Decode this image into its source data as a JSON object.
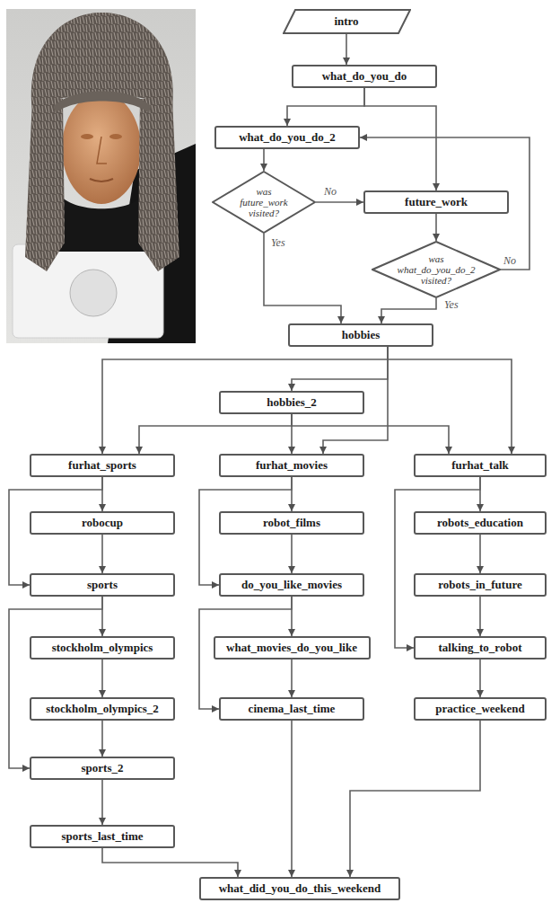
{
  "diagram": {
    "nodes": [
      {
        "text": [
          "intro"
        ]
      },
      {
        "text": [
          "what_do_you_do"
        ]
      },
      {
        "text": [
          "what_do_you_do_2"
        ]
      },
      {
        "text": [
          "was future_work visited?"
        ]
      },
      {
        "text": [
          "future_work"
        ]
      },
      {
        "text": [
          "was what_do_you_do_2 visited?"
        ]
      },
      {
        "text": [
          "hobbies"
        ]
      },
      {
        "text": [
          "hobbies_2"
        ]
      },
      {
        "text": [
          "furhat_sports"
        ]
      },
      {
        "text": [
          "furhat_movies"
        ]
      },
      {
        "text": [
          "furhat_talk"
        ]
      },
      {
        "text": [
          "robocup"
        ]
      },
      {
        "text": [
          "robot_films"
        ]
      },
      {
        "text": [
          "robots_education"
        ]
      },
      {
        "text": [
          "sports"
        ]
      },
      {
        "text": [
          "do_you_like_movies"
        ]
      },
      {
        "text": [
          "robots_in_future"
        ]
      },
      {
        "text": [
          "stockholm_olympics"
        ]
      },
      {
        "text": [
          "what_movies_do_you_like"
        ]
      },
      {
        "text": [
          "talking_to_robot"
        ]
      },
      {
        "text": [
          "stockholm_olympics_2"
        ]
      },
      {
        "text": [
          "cinema_last_time"
        ]
      },
      {
        "text": [
          "practice_weekend"
        ]
      },
      {
        "text": [
          "sports_2"
        ]
      },
      {
        "text": [
          "sports_last_time"
        ]
      },
      {
        "text": [
          "what_did_you_do_this_weekend"
        ]
      }
    ],
    "edges": [
      {
        "from": 0,
        "to": 1,
        "arrow": "to"
      },
      {
        "from": 1,
        "to": 2,
        "arrow": "to"
      },
      {
        "from": 1,
        "to": 4,
        "arrow": "to"
      },
      {
        "from": 2,
        "to": 3,
        "arrow": "to"
      },
      {
        "from": 3,
        "to": 4,
        "label": "No",
        "arrow": "to"
      },
      {
        "from": 3,
        "to": 6,
        "label": "Yes",
        "arrow": "to"
      },
      {
        "from": 4,
        "to": 5,
        "arrow": "to"
      },
      {
        "from": 5,
        "to": 2,
        "label": "No",
        "arrow": "to"
      },
      {
        "from": 5,
        "to": 6,
        "label": "Yes",
        "arrow": "to"
      },
      {
        "from": 6,
        "to": 7,
        "arrow": "to"
      },
      {
        "from": 6,
        "to": 8,
        "arrow": "to"
      },
      {
        "from": 6,
        "to": 9,
        "arrow": "to"
      },
      {
        "from": 6,
        "to": 10,
        "arrow": "to"
      },
      {
        "from": 7,
        "to": 8,
        "arrow": "to"
      },
      {
        "from": 7,
        "to": 9,
        "arrow": "to"
      },
      {
        "from": 7,
        "to": 10,
        "arrow": "to"
      },
      {
        "from": 8,
        "to": 11,
        "arrow": "to"
      },
      {
        "from": 8,
        "to": 14,
        "arrow": "to"
      },
      {
        "from": 11,
        "to": 14,
        "arrow": "to"
      },
      {
        "from": 14,
        "to": 17,
        "arrow": "to"
      },
      {
        "from": 14,
        "to": 23,
        "arrow": "to"
      },
      {
        "from": 17,
        "to": 20,
        "arrow": "to"
      },
      {
        "from": 20,
        "to": 23,
        "arrow": "to"
      },
      {
        "from": 23,
        "to": 24,
        "arrow": "to"
      },
      {
        "from": 24,
        "to": 25,
        "arrow": "to"
      },
      {
        "from": 9,
        "to": 12,
        "arrow": "to"
      },
      {
        "from": 9,
        "to": 15,
        "arrow": "to"
      },
      {
        "from": 12,
        "to": 15,
        "arrow": "to"
      },
      {
        "from": 15,
        "to": 18,
        "arrow": "to"
      },
      {
        "from": 15,
        "to": 21,
        "arrow": "to"
      },
      {
        "from": 18,
        "to": 21,
        "arrow": "to"
      },
      {
        "from": 21,
        "to": 25,
        "arrow": "to"
      },
      {
        "from": 10,
        "to": 13,
        "arrow": "to"
      },
      {
        "from": 10,
        "to": 19,
        "arrow": "to"
      },
      {
        "from": 13,
        "to": 16,
        "arrow": "to"
      },
      {
        "from": 16,
        "to": 19,
        "arrow": "to"
      },
      {
        "from": 19,
        "to": 22,
        "arrow": "to"
      },
      {
        "from": 22,
        "to": 25,
        "arrow": "to"
      }
    ]
  }
}
